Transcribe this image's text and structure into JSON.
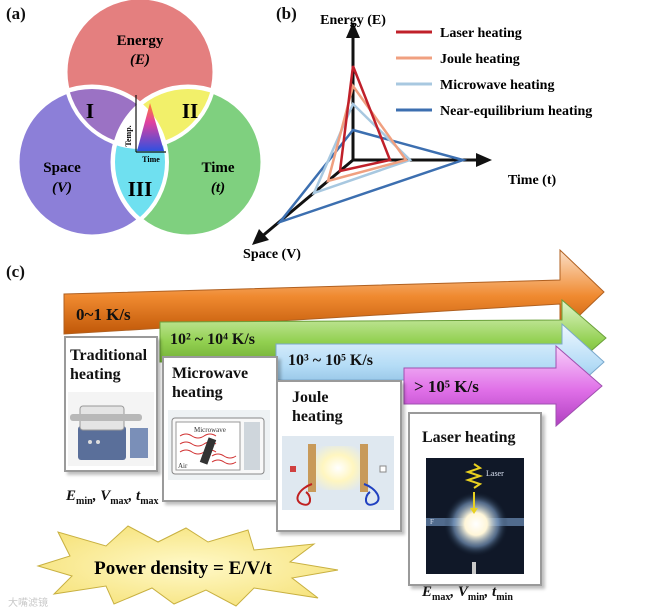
{
  "panel_a": {
    "label": "(a)",
    "energy": {
      "name": "Energy",
      "symbol": "(E)"
    },
    "space": {
      "name": "Space",
      "symbol": "(V)"
    },
    "time": {
      "name": "Time",
      "symbol": "(t)"
    },
    "regions": [
      "I",
      "II",
      "III"
    ],
    "inset": {
      "ylabel": "Temp.",
      "xlabel": "Time"
    },
    "colors": {
      "energy": "#e47f7f",
      "space": "#8c7fd8",
      "time": "#7fd07f",
      "I": "#9b72c4",
      "II": "#f2f06a",
      "III": "#6fe0f0"
    }
  },
  "panel_b": {
    "label": "(b)",
    "axes": {
      "energy": "Energy (E)",
      "time": "Time (t)",
      "space": "Space (V)"
    },
    "legend": [
      {
        "name": "Laser heating",
        "color": "#c0202a"
      },
      {
        "name": "Joule heating",
        "color": "#f0a080"
      },
      {
        "name": "Microwave heating",
        "color": "#a8c8e0"
      },
      {
        "name": "Near-equilibrium heating",
        "color": "#3c6fb0"
      }
    ]
  },
  "panel_c": {
    "label": "(c)",
    "rates": [
      {
        "text": "0~1 K/s",
        "color": "#e0701c"
      },
      {
        "text": "10² ~ 10⁴ K/s",
        "color": "#92d050"
      },
      {
        "text": "10³ ~ 10⁵ K/s",
        "color": "#a8d4f0"
      },
      {
        "text": "> 10⁵ K/s",
        "color": "#e070e8"
      }
    ],
    "cards": [
      {
        "title_line1": "Traditional",
        "title_line2": "heating"
      },
      {
        "title_line1": "Microwave",
        "title_line2": "heating",
        "device_label": "Microwave",
        "air_label": "Air"
      },
      {
        "title_line1": "Joule",
        "title_line2": "heating"
      },
      {
        "title_line1": "Laser heating",
        "title_line2": "",
        "laser_label": "Laser",
        "marker": "F"
      }
    ],
    "left_footnote": {
      "e": "E",
      "e_sub": "min",
      "v": "V",
      "v_sub": "max",
      "t": "t",
      "t_sub": "max"
    },
    "right_footnote": {
      "e": "E",
      "e_sub": "max",
      "v": "V",
      "v_sub": "min",
      "t": "t",
      "t_sub": "min"
    },
    "power_density": "Power density = E/V/t",
    "watermark": "大嘴滤镜"
  }
}
